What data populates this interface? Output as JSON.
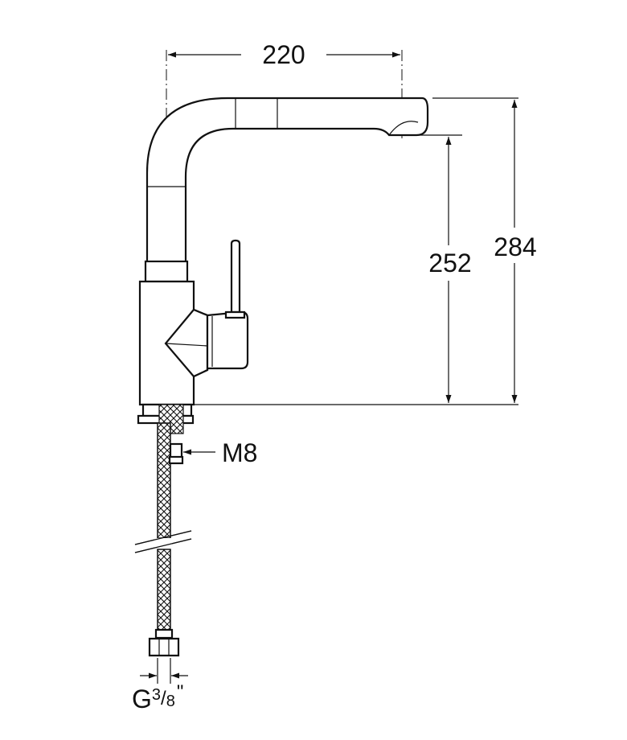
{
  "dimensions": {
    "spout_reach": "220",
    "outlet_height": "252",
    "total_height": "284",
    "fixing_thread": "M8",
    "hose_connection_main": "G",
    "hose_connection_numerator": "3",
    "hose_connection_denominator": "8",
    "hose_connection_unit": "\""
  },
  "colors": {
    "line": "#111111",
    "background": "#ffffff"
  }
}
